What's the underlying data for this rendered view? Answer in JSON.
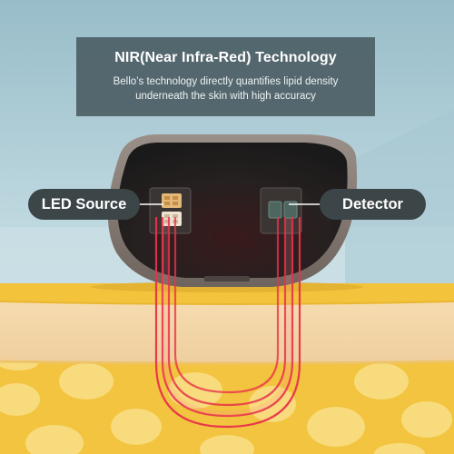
{
  "info": {
    "title": "NIR(Near Infra-Red) Technology",
    "description_line1": "Bello’s technology directly quantifies lipid density",
    "description_line2": "underneath the skin with high accuracy"
  },
  "labels": {
    "led_source": "LED Source",
    "detector": "Detector"
  },
  "colors": {
    "background_top": "#a9c9d3",
    "background_wall": "#c6dde3",
    "device_shell": "#8a7f76",
    "device_face": "#231f1e",
    "skin_surface": "#f2c53d",
    "dermis": "#f2d6a8",
    "fat_layer": "#f4c841",
    "fat_cells": "#f9de80",
    "light_path": "#e8324a",
    "info_box": "#4e6066",
    "pill": "#3c4548"
  }
}
